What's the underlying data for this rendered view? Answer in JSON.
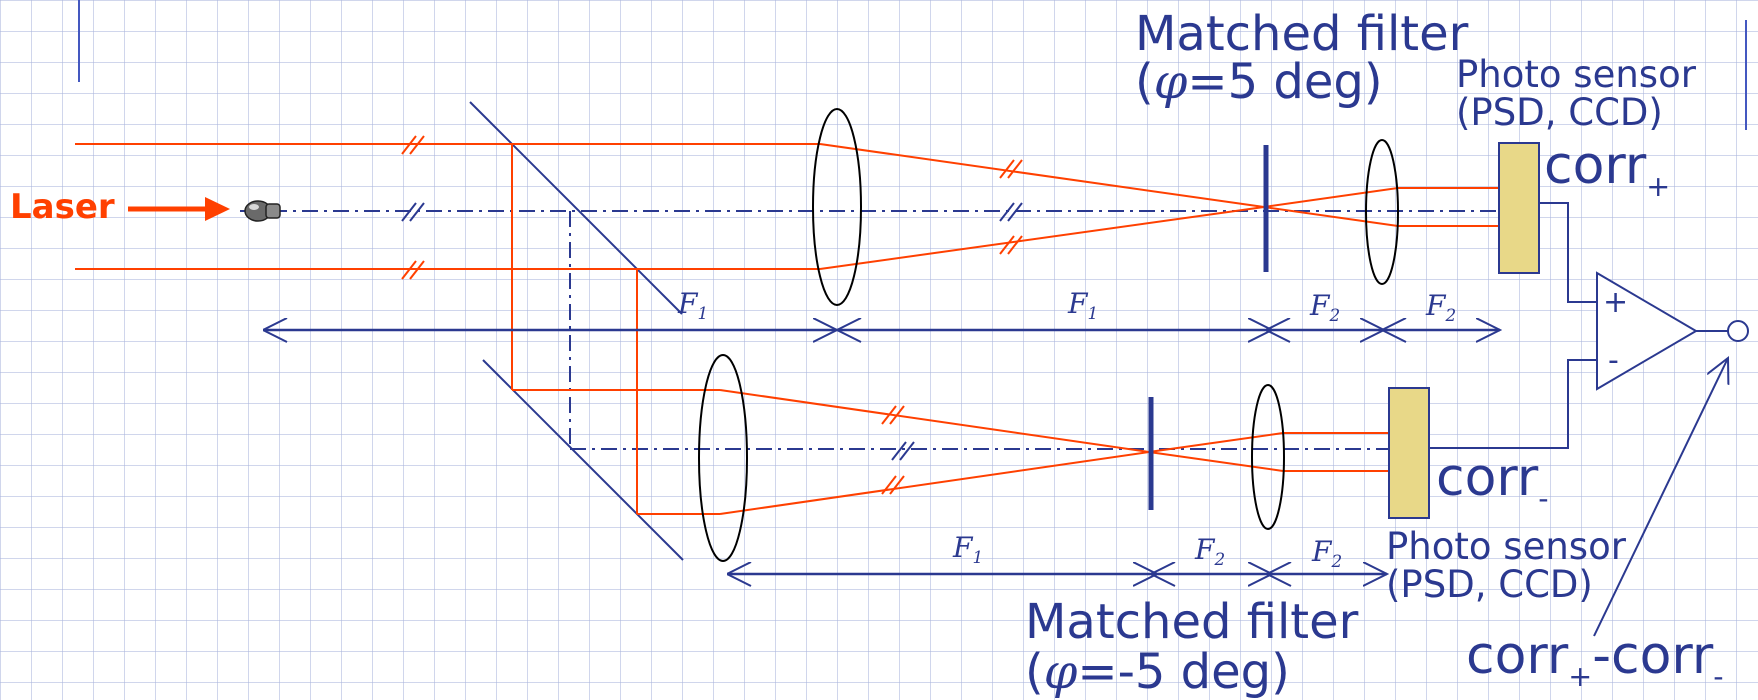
{
  "laser_label": "Laser",
  "top_filter": {
    "title": "Matched filter",
    "angle_open": "(",
    "angle_symbol": "φ",
    "angle_value": "=5 deg)"
  },
  "bottom_filter": {
    "title": "Matched filter",
    "angle_open": "(",
    "angle_symbol": "φ",
    "angle_value": "=-5 deg)"
  },
  "top_sensor": {
    "title": "Photo  sensor",
    "types": "(PSD, CCD)"
  },
  "bottom_sensor": {
    "title": "Photo  sensor",
    "types": "(PSD, CCD)"
  },
  "corr_plus": {
    "base": "corr",
    "sub": "+"
  },
  "corr_minus": {
    "base": "corr",
    "sub": "-"
  },
  "difference": {
    "base1": "corr",
    "sub1": "+",
    "mid": "-corr",
    "sub2": "-"
  },
  "opamp": {
    "plus": "+",
    "minus": "-"
  },
  "focal_labels": {
    "f1": {
      "base": "F",
      "sub": "1"
    },
    "f2": {
      "base": "F",
      "sub": "2"
    }
  },
  "colors": {
    "beam": "#ff4000",
    "optics": "#2b3990",
    "sensor": "#e8d888",
    "grid": "#b0b8e0"
  }
}
